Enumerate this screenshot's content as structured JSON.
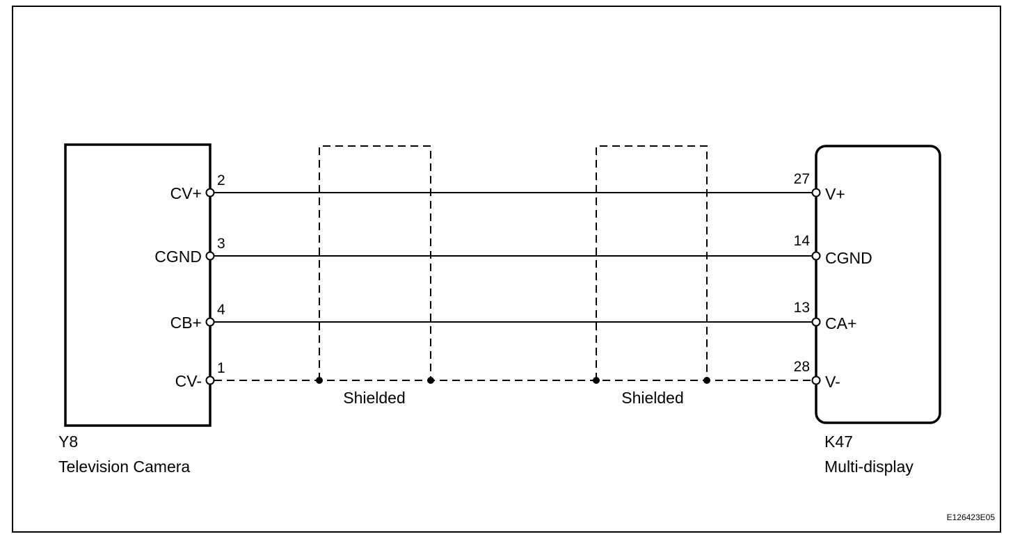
{
  "components": {
    "left": {
      "id": "Y8",
      "name": "Television Camera"
    },
    "right": {
      "id": "K47",
      "name": "Multi-display"
    }
  },
  "connections": [
    {
      "left_pin": "2",
      "left_signal": "CV+",
      "right_pin": "27",
      "right_signal": "V+",
      "shielded": false
    },
    {
      "left_pin": "3",
      "left_signal": "CGND",
      "right_pin": "14",
      "right_signal": "CGND",
      "shielded": false
    },
    {
      "left_pin": "4",
      "left_signal": "CB+",
      "right_pin": "13",
      "right_signal": "CA+",
      "shielded": false
    },
    {
      "left_pin": "1",
      "left_signal": "CV-",
      "right_pin": "28",
      "right_signal": "V-",
      "shielded": true
    }
  ],
  "shields": [
    {
      "label": "Shielded"
    },
    {
      "label": "Shielded"
    }
  ],
  "reference_code": "E126423E05"
}
